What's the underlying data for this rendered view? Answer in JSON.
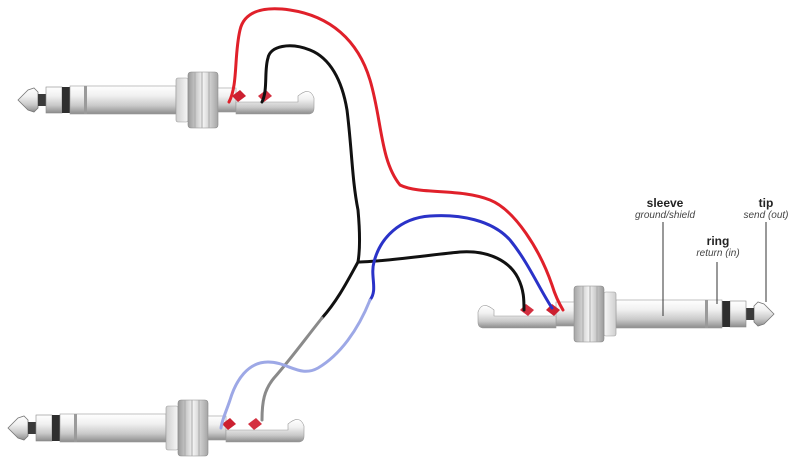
{
  "labels": {
    "sleeve": {
      "name": "sleeve",
      "desc": "ground/shield"
    },
    "ring": {
      "name": "ring",
      "desc": "return (in)"
    },
    "tip": {
      "name": "tip",
      "desc": "send (out)"
    }
  },
  "colors": {
    "send_wire": "#e0202a",
    "return_wire": "#2a32c8",
    "ground_wire": "#111111",
    "metal_light": "#f2f2f2",
    "metal_mid": "#c8c8c8",
    "metal_dark": "#555555"
  }
}
